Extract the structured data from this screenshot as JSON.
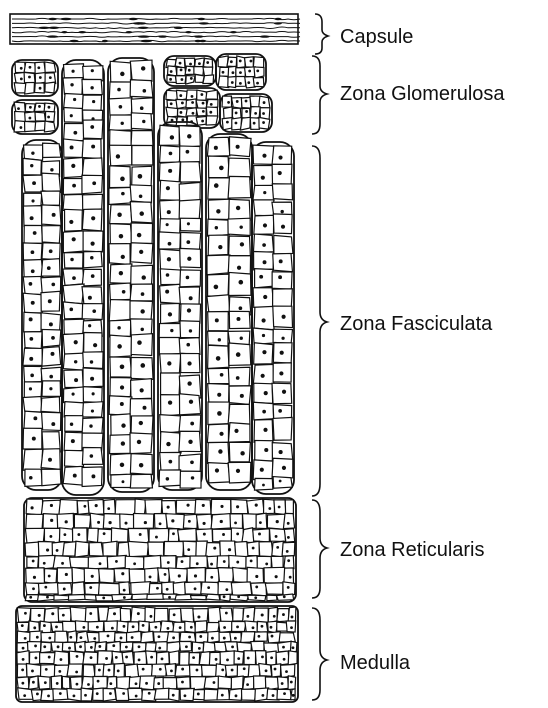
{
  "labels": {
    "capsule": "Capsule",
    "glomerulosa": "Zona Glomerulosa",
    "fasciculata": "Zona Fasciculata",
    "reticularis": "Zona Reticularis",
    "medulla": "Medulla"
  },
  "colors": {
    "ink": "#111111",
    "background": "#ffffff"
  }
}
